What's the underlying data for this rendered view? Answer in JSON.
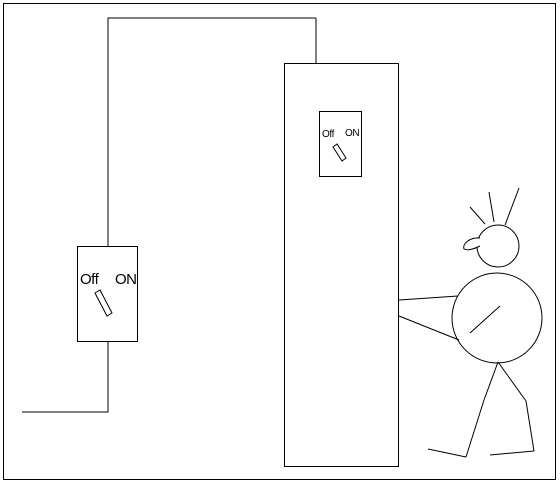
{
  "switches": {
    "left": {
      "off_label": "Off",
      "on_label": "ON"
    },
    "panel": {
      "off_label": "Off",
      "on_label": "ON"
    }
  },
  "colors": {
    "line": "#000000",
    "background": "#ffffff"
  }
}
